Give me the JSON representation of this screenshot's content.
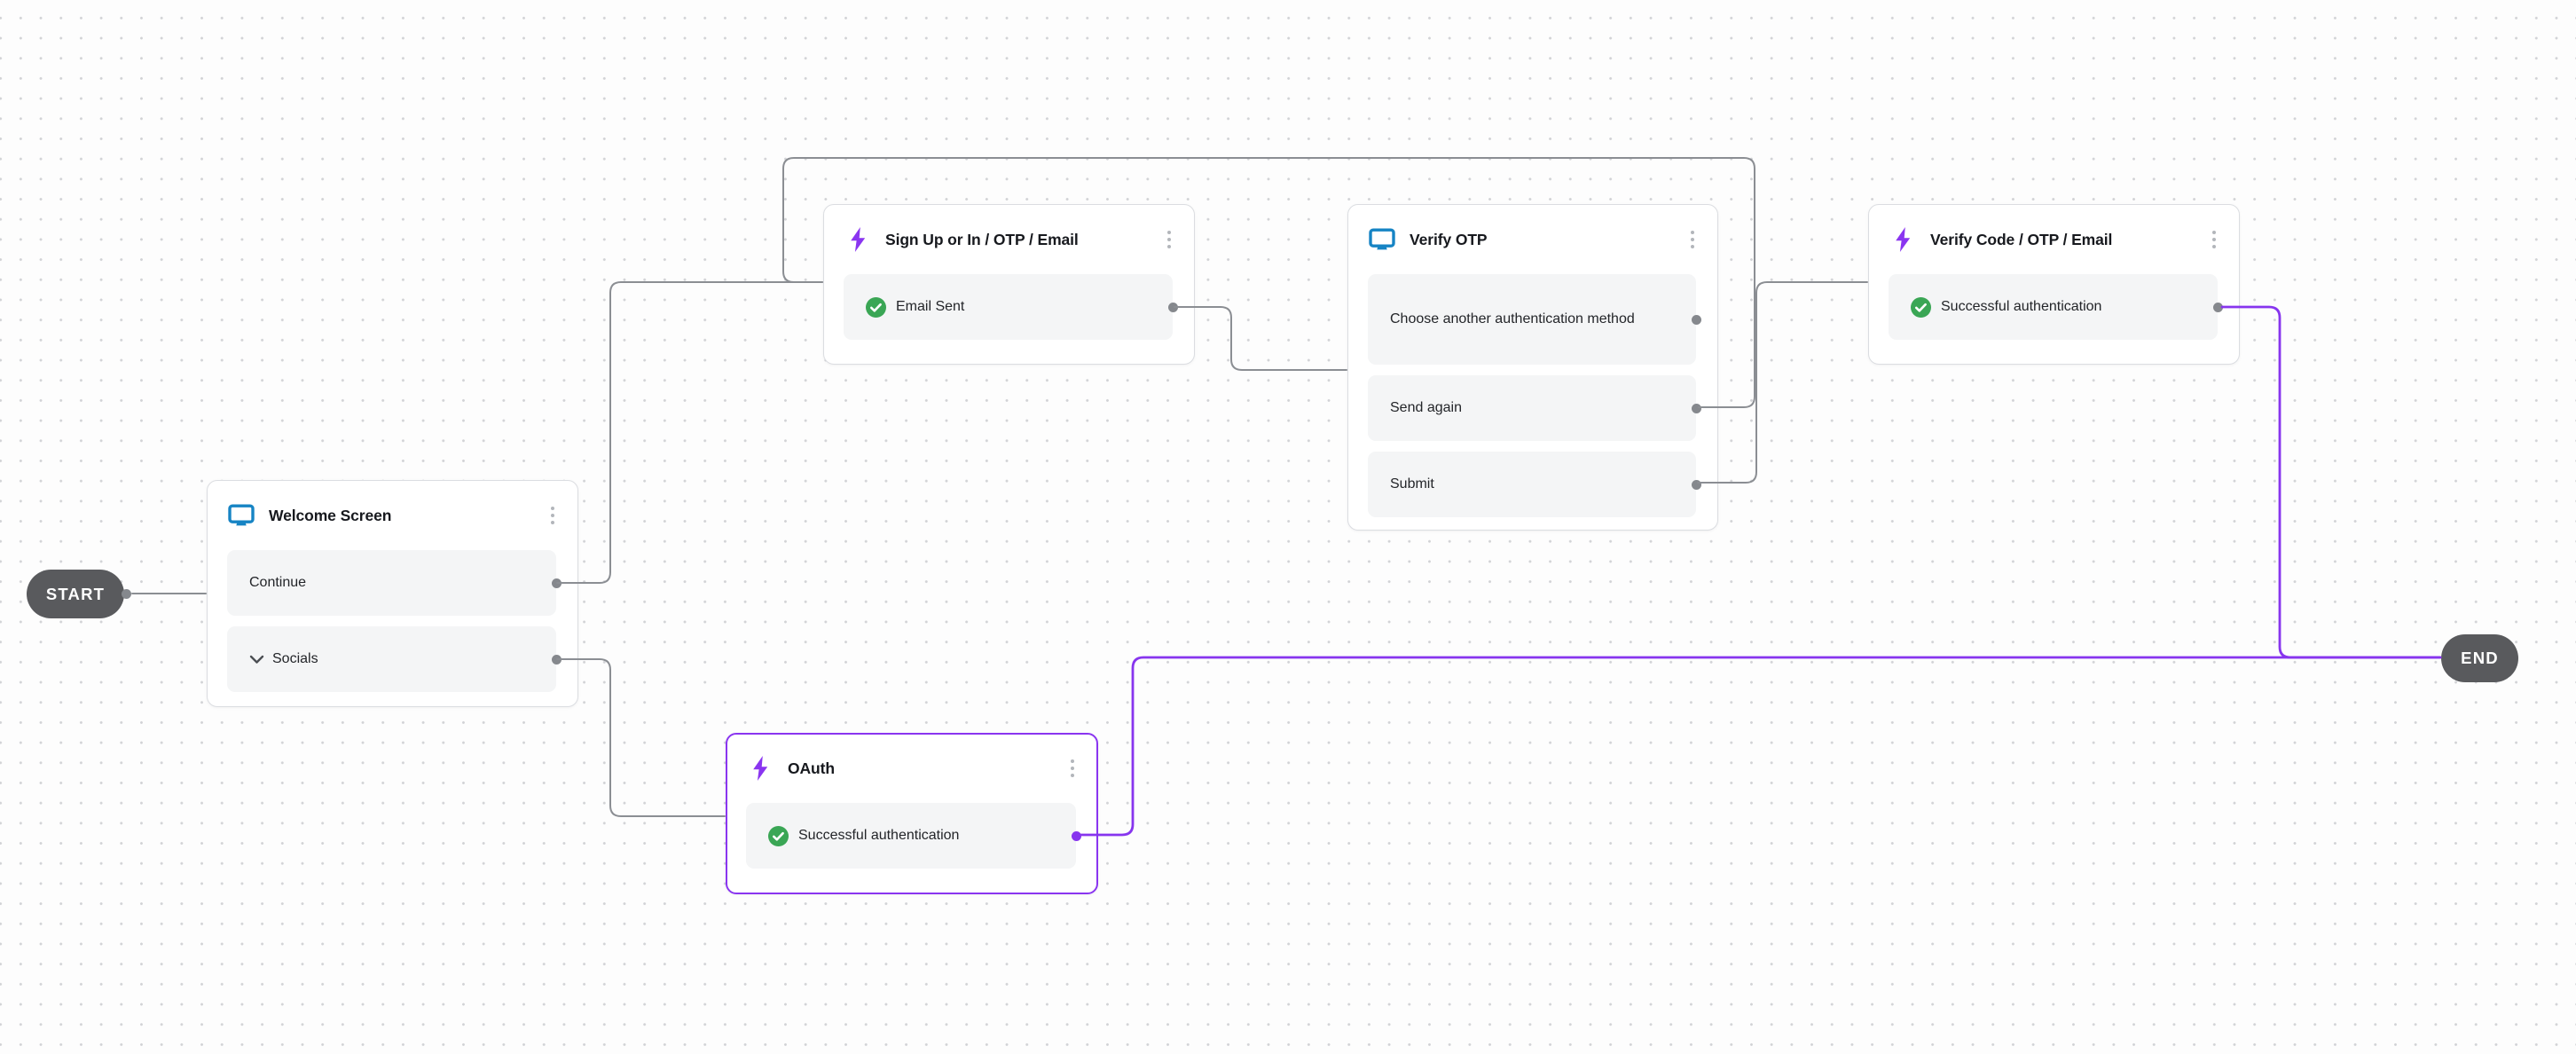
{
  "canvas": {
    "start_label": "START",
    "end_label": "END"
  },
  "colors": {
    "accent_purple": "#8735ee",
    "node_selected_border": "#8a35f0",
    "edge_gray": "#8b8e93",
    "node_border": "#dbdde1",
    "row_bg": "#f4f5f6",
    "pill_bg": "#595a5d",
    "screen_icon_blue": "#1684c4",
    "check_green": "#3aa655",
    "port_gray": "#85888d"
  },
  "nodes": [
    {
      "id": "welcome-screen",
      "title": "Welcome Screen",
      "icon": "screen-icon",
      "selected": false,
      "rows": [
        {
          "label": "Continue"
        },
        {
          "label": "Socials",
          "expandable": true
        }
      ]
    },
    {
      "id": "sign-up-or-in-otp-email",
      "title": "Sign Up or In / OTP / Email",
      "icon": "action-bolt-icon",
      "selected": false,
      "rows": [
        {
          "label": "Email Sent",
          "status": "success"
        }
      ]
    },
    {
      "id": "verify-otp",
      "title": "Verify OTP",
      "icon": "screen-icon",
      "selected": false,
      "rows": [
        {
          "label": "Choose another authentication method"
        },
        {
          "label": "Send again"
        },
        {
          "label": "Submit"
        }
      ]
    },
    {
      "id": "verify-code-otp-email",
      "title": "Verify Code / OTP / Email",
      "icon": "action-bolt-icon",
      "selected": false,
      "rows": [
        {
          "label": "Successful authentication",
          "status": "success"
        }
      ]
    },
    {
      "id": "oauth",
      "title": "OAuth",
      "icon": "action-bolt-icon",
      "selected": true,
      "rows": [
        {
          "label": "Successful authentication",
          "status": "success"
        }
      ]
    }
  ],
  "edges": [
    {
      "from": "start",
      "to": "welcome-screen",
      "highlighted": false
    },
    {
      "from": "welcome-screen.continue",
      "to": "sign-up-or-in-otp-email",
      "highlighted": false
    },
    {
      "from": "welcome-screen.socials",
      "to": "oauth",
      "highlighted": false
    },
    {
      "from": "sign-up-or-in-otp-email.email-sent",
      "to": "verify-otp",
      "highlighted": false
    },
    {
      "from": "verify-otp.send-again",
      "to": "sign-up-or-in-otp-email",
      "highlighted": false
    },
    {
      "from": "verify-otp.submit",
      "to": "verify-code-otp-email",
      "highlighted": false
    },
    {
      "from": "verify-code-otp-email.successful-authentication",
      "to": "end",
      "highlighted": true
    },
    {
      "from": "oauth.successful-authentication",
      "to": "end",
      "highlighted": true
    }
  ]
}
